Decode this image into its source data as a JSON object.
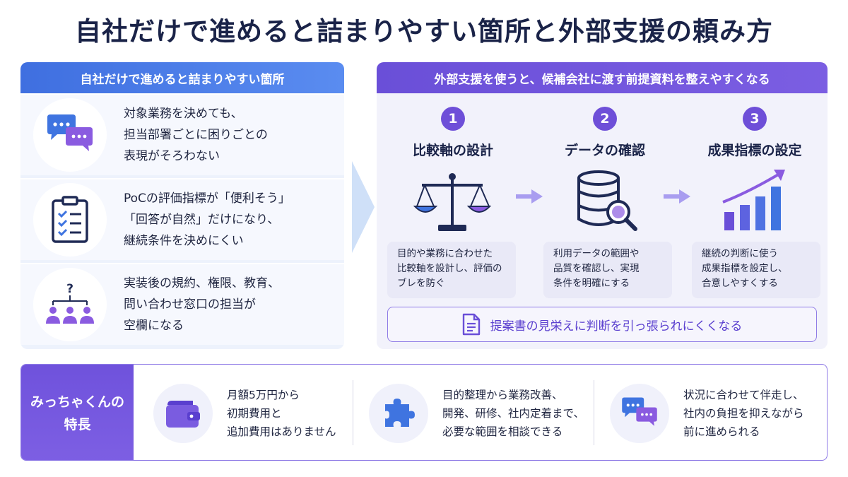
{
  "title": "自社だけで進めると詰まりやすい箇所と外部支援の頼み方",
  "left": {
    "header": "自社だけで進めると詰まりやすい箇所",
    "issues": [
      {
        "icon": "chat-bubbles-icon",
        "text": "対象業務を決めても、\n担当部署ごとに困りごとの\n表現がそろわない"
      },
      {
        "icon": "clipboard-checklist-icon",
        "text": "PoCの評価指標が「便利そう」\n「回答が自然」だけになり、\n継続条件を決めにくい"
      },
      {
        "icon": "team-question-icon",
        "text": "実装後の規約、権限、教育、\n問い合わせ窓口の担当が\n空欄になる"
      }
    ]
  },
  "right": {
    "header": "外部支援を使うと、候補会社に渡す前提資料を整えやすくなる",
    "steps": [
      {
        "num": "1",
        "title": "比較軸の設計",
        "icon": "balance-scale-icon",
        "desc": "目的や業務に合わせた\n比較軸を設計し、評価の\nブレを防ぐ"
      },
      {
        "num": "2",
        "title": "データの確認",
        "icon": "database-search-icon",
        "desc": "利用データの範囲や\n品質を確認し、実現\n条件を明確にする"
      },
      {
        "num": "3",
        "title": "成果指標の設定",
        "icon": "growth-chart-icon",
        "desc": "継続の判断に使う\n成果指標を設定し、\n合意しやすくする"
      }
    ],
    "result": {
      "icon": "document-icon",
      "text": "提案書の見栄えに判断を引っ張られにくくなる"
    }
  },
  "bottom": {
    "label": "みっちゃくんの\n特長",
    "features": [
      {
        "icon": "wallet-icon",
        "text": "月額5万円から\n初期費用と\n追加費用はありません"
      },
      {
        "icon": "puzzle-icon",
        "text": "目的整理から業務改善、\n開発、研修、社内定着まで、\n必要な範囲を相談できる"
      },
      {
        "icon": "chat-bubbles-icon",
        "text": "状況に合わせて伴走し、\n社内の負担を抑えながら\n前に進められる"
      }
    ]
  },
  "colors": {
    "blue_accent": "#3f6fe0",
    "purple_accent": "#6e4fd8",
    "title_text": "#1a2348"
  }
}
